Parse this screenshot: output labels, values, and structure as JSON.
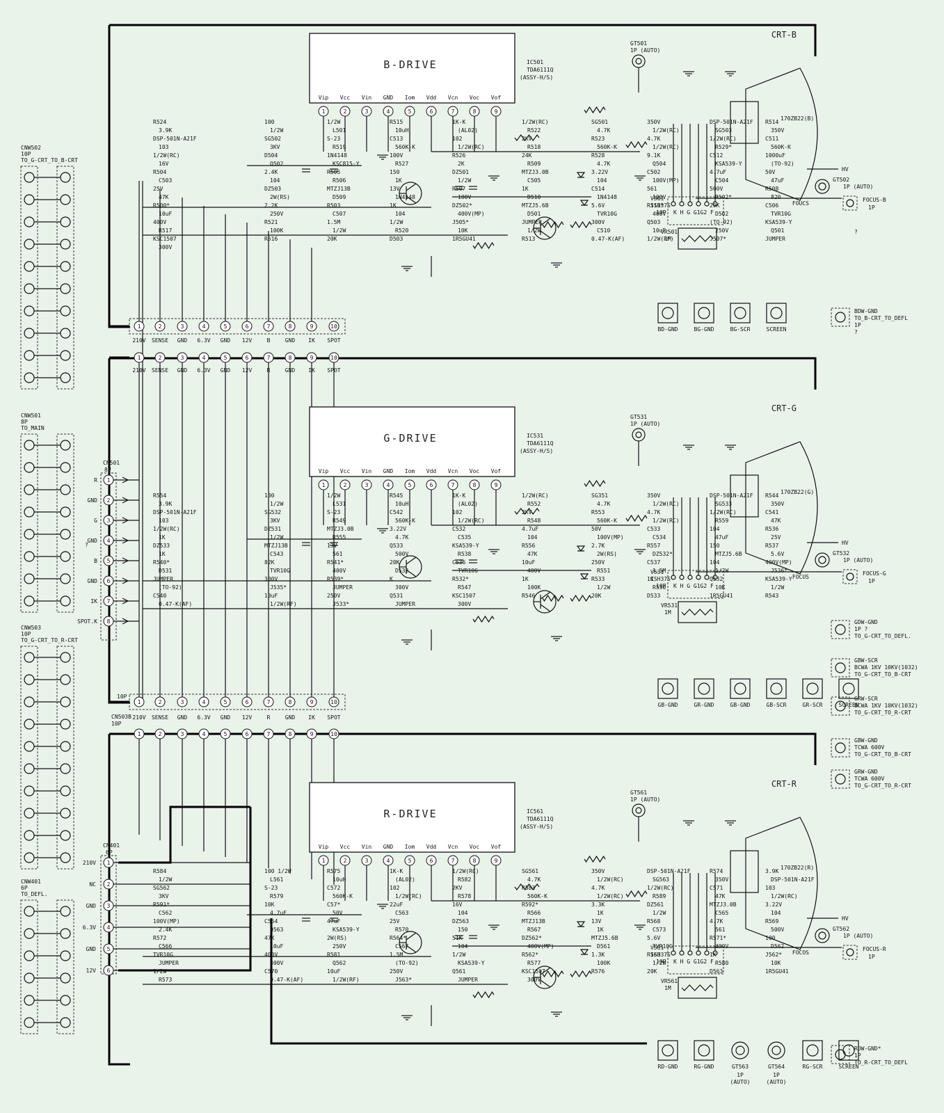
{
  "sections": [
    {
      "id": "b",
      "crt_label": "CRT-B",
      "ic_title": "B-DRIVE",
      "ic_ref": "IC501",
      "ic_part": "TDA6111Q",
      "ic_assy": "(ASSY-H/S)",
      "ic_pins": [
        "Vip",
        "Vcc",
        "Vin",
        "GND",
        "Iom",
        "Vdd",
        "Vcn",
        "Voc",
        "Vof"
      ],
      "tube": "170ZB22(B)",
      "gt_ref": "GT501",
      "gt_desc": "1P (AUTO)",
      "gt2_ref": "GT502",
      "gt2_desc": "1P (AUTO)",
      "focus_label": "FOUCS",
      "focus_conn": "FOCUS-B",
      "hv_label": "HV",
      "socket_ref": "V501",
      "socket_part": "ISH37S",
      "socket_pins": "10P",
      "socket_letters": "K H G G1G2 F",
      "vr_ref": "VR501",
      "vr_val": "1M",
      "components": [
        "R524",
        "100",
        "1/2W",
        "R515",
        "1K-K",
        "1/2W(RC)",
        "SG501",
        "350V",
        "DSP-501N-A21F",
        "R514",
        "3.9K",
        "1/2W",
        "L501",
        "10uH",
        "(AL02)",
        "R522",
        "4.7K",
        "1/2W(RC)",
        "SG503",
        "350V",
        "DSP-501N-A21F",
        "SG502",
        "S-23",
        "C513",
        "102",
        "2KV",
        "R523",
        "4.7K",
        "1/2W(RC)",
        "C511",
        "103",
        "3KV",
        "R519",
        "560K-K",
        "1/2W(RC)",
        "R518",
        "560K-K",
        "1/2W(RC)",
        "R529*",
        "560K-K",
        "1/2W(RC)",
        "D504",
        "1N4148",
        "100V",
        "R526",
        "24K",
        "R528",
        "9.1K",
        "C512",
        "1000uF",
        "16V",
        "Q502",
        "KSC815-Y",
        "R527",
        "2K",
        "R509",
        "4.7K",
        "Q504",
        "KSA539-Y",
        "(TO-92)",
        "R504",
        "2.4K",
        "R505",
        "150",
        "DZ501",
        "MTZJ3.0B",
        "3.22V",
        "C502",
        "4.7uF",
        "50V",
        "C503",
        "104",
        "R506",
        "1K",
        "1/2W",
        "C505",
        "104",
        "100V(MP)",
        "C504",
        "47uF",
        "25V",
        "DZ503",
        "MTZJ13B",
        "13V",
        "R507",
        "1K",
        "C514",
        "561",
        "500V",
        "R508",
        "47K",
        "2W(RS)",
        "D509",
        "1N4148",
        "100V",
        "D510",
        "1N4148",
        "100V",
        "R502*",
        "820",
        "R500*",
        "2.2K",
        "R503",
        "1K",
        "DZ502*",
        "MTZJ5.6B",
        "5.6V",
        "R511*",
        "20K",
        "C506",
        "10uF",
        "250V",
        "C507",
        "104",
        "400V(MP)",
        "D501",
        "TVR10G",
        "400V",
        "D502",
        "TVR10G",
        "400V",
        "R521",
        "1.5M",
        "1/2W",
        "J505*",
        "JUMPER",
        "300V",
        "Q503",
        "(TO-92)",
        "KSA539-Y",
        "R517",
        "100K",
        "1/2W",
        "R520",
        "10K",
        "1/2W",
        "C510",
        "10uF",
        "250V",
        "Q501",
        "KSC1507",
        "R516",
        "20K",
        "D503",
        "1R5GU41",
        "R513",
        "0.47-K(AF)",
        "1/2W(RF)",
        "J507*",
        "JUMPER",
        "300V"
      ],
      "gnd_pads": [
        "BD-GND",
        "BG-GND",
        "BG-SCR",
        "SCREEN"
      ],
      "side_conn": [
        "BDW-GND",
        "TO_B-CRT_TO_DEFL",
        "1P",
        "?"
      ],
      "connector": {
        "labels": [
          "210V",
          "SENSE",
          "GND",
          "6.3V",
          "GND",
          "12V",
          "B",
          "GND",
          "IK",
          "SPOT"
        ],
        "pins": [
          "1",
          "2",
          "3",
          "4",
          "5",
          "6",
          "7",
          "8",
          "9",
          "10"
        ]
      }
    },
    {
      "id": "g",
      "crt_label": "CRT-G",
      "ic_title": "G-DRIVE",
      "ic_ref": "IC531",
      "ic_part": "TDA6111Q",
      "ic_assy": "(ASSY-H/S)",
      "ic_pins": [
        "Vip",
        "Vcc",
        "Vin",
        "GND",
        "Iom",
        "Vdd",
        "Vcn",
        "Voc",
        "Vof"
      ],
      "tube": "170ZB22(G)",
      "gt_ref": "GT531",
      "gt_desc": "1P (AUTO)",
      "gt2_ref": "GT532",
      "gt2_desc": "1P (AUTO)",
      "focus_label": "FOCUS",
      "focus_conn": "FOCUS-G",
      "hv_label": "HV",
      "socket_ref": "V531",
      "socket_part": "ISH37S",
      "socket_pins": "10P",
      "socket_letters": "K H G G1G2 F",
      "vr_ref": "VR531",
      "vr_val": "1M",
      "components": [
        "R554",
        "100",
        "1/2W",
        "R545",
        "1K-K",
        "1/2W(RC)",
        "SG351",
        "350V",
        "DSP-501N-A21F",
        "R544",
        "3.9K",
        "1/2W",
        "L531",
        "10uH",
        "(AL02)",
        "R552",
        "4.7K",
        "1/2W(RC)",
        "SG533",
        "350V",
        "DSP-501N-A21F",
        "SG532",
        "S-23",
        "C542",
        "102",
        "2KV",
        "R553",
        "4.7K",
        "1/2W(RC)",
        "C541",
        "103",
        "3KV",
        "R549",
        "560K-K",
        "1/2W(RC)",
        "R548",
        "560K-K",
        "1/2W(RC)",
        "R559",
        "47K",
        "1/2W(RC)",
        "DZ531",
        "MTZJ3.0B",
        "3.22V",
        "C532",
        "4.7uF",
        "50V",
        "C533",
        "104",
        "R536",
        "1K",
        "1/2W",
        "R555",
        "4.7K",
        "C535",
        "104",
        "100V(MP)",
        "C534",
        "47uF",
        "25V",
        "DZ533",
        "MTZJ13B",
        "13V",
        "Q533",
        "KSA539-Y",
        "R556",
        "2.7K",
        "R557",
        "150",
        "R537",
        "1K",
        "C543",
        "561",
        "500V",
        "R538",
        "47K",
        "2W(RS)",
        "DZ532*",
        "MTZJ5.6B",
        "5.6V",
        "R540*",
        "82K",
        "R541*",
        "20K",
        "C536",
        "10uF",
        "250V",
        "C537",
        "104",
        "400V(MP)",
        "D531",
        "TVR10G",
        "400V",
        "D532",
        "TVR10G",
        "400V",
        "R551",
        "1.5M",
        "1/2W",
        "J536*",
        "JUMPER",
        "300V",
        "R539*",
        "K",
        "R532*",
        "1K",
        "R533",
        "1K",
        "Q532",
        "KSA539-Y",
        "(TO-92)",
        "J535*",
        "JUMPER",
        "300V",
        "R547",
        "100K",
        "1/2W",
        "R550",
        "10K",
        "1/2W",
        "C540",
        "10uF",
        "250V",
        "Q531",
        "KSC1507",
        "R546",
        "20K",
        "D533",
        "1R5GU41",
        "R543",
        "0.47-K(AF)",
        "1/2W(RF)",
        "J533*",
        "JUMPER",
        "300V"
      ],
      "gnd_pads": [
        "GB-GND",
        "GR-GND",
        "GB-GND",
        "GB-SCR",
        "GR-SCR",
        "SCREEN"
      ],
      "side_conn": [],
      "connector": {
        "labels": [
          "210V",
          "SENSE",
          "GND",
          "6.3V",
          "GND",
          "12V",
          "R",
          "GND",
          "IK",
          "SPOT"
        ],
        "pins": [
          "1",
          "2",
          "3",
          "4",
          "5",
          "6",
          "7",
          "8",
          "9",
          "10"
        ]
      }
    },
    {
      "id": "r",
      "crt_label": "CRT-R",
      "ic_title": "R-DRIVE",
      "ic_ref": "IC561",
      "ic_part": "TDA6111Q",
      "ic_assy": "(ASSY-H/S)",
      "ic_pins": [
        "Vip",
        "Vcc",
        "Vin",
        "GND",
        "Iom",
        "Vdd",
        "Vcn",
        "Voc",
        "Vof"
      ],
      "tube": "170ZB22(R)",
      "gt_ref": "GT561",
      "gt_desc": "1P (AUTO)",
      "gt2_ref": "GT562",
      "gt2_desc": "1P (AUTO)",
      "focus_label": "FOCOS",
      "focus_conn": "FOCUS-R",
      "hv_label": "HV",
      "socket_ref": "V561",
      "socket_part": "ISH37S",
      "socket_pins": "10P",
      "socket_letters": "K H G G1G2 F",
      "vr_ref": "VR561",
      "vr_val": "1M",
      "components": [
        "R584",
        "100 1/2W",
        "R575",
        "1K-K",
        "1/2W(RC)",
        "SG561",
        "350V",
        "DSP-501N-A21F",
        "R574",
        "3.9K",
        "1/2W",
        "L561",
        "10uH",
        "(AL02)",
        "R582",
        "4.7K",
        "1/2W(RC)",
        "SG563",
        "350V",
        "DSP-501N-A21F",
        "SG562",
        "S-23",
        "C572",
        "102",
        "2KV",
        "R583",
        "4.7K",
        "1/2W(RC)",
        "C571",
        "103",
        "3KV",
        "R579",
        "560K-K",
        "1/2W(RC)",
        "R578",
        "560K-K",
        "1/2W(RC)",
        "R589",
        "47K",
        "1/2W(RC)",
        "R591*",
        "10K",
        "C57*",
        "22uF",
        "16V",
        "R592*",
        "3.3K",
        "DZ561",
        "MTZJ3.0B",
        "3.22V",
        "C562",
        "4.7uF",
        "50V",
        "C563",
        "104",
        "R566",
        "1K",
        "1/2W",
        "C565",
        "104",
        "100V(MP)",
        "C564",
        "47uF",
        "25V",
        "DZ563",
        "MTZJ13B",
        "13V",
        "R568",
        "4.7K",
        "R569",
        "2.4K",
        "Q563",
        "KSA539-Y",
        "R570",
        "150",
        "R567",
        "1K",
        "C573",
        "561",
        "500V",
        "R572",
        "47K",
        "2W(RS)",
        "R564*",
        "51K",
        "DZ562*",
        "MTZJ5.6B",
        "5.6V",
        "R571*",
        "100",
        "C566",
        "10uF",
        "250V",
        "C567",
        "104",
        "400V(MP)",
        "D561",
        "TVR10G",
        "400V",
        "D562",
        "TVR10G",
        "400V",
        "R581",
        "1.5M",
        "1/2W",
        "R562*",
        "1.3K",
        "R563",
        "1K",
        "J562*",
        "JUMPER",
        "300V",
        "Q562",
        "(TO-92)",
        "KSA539-Y",
        "R577",
        "100K",
        "1/2W",
        "R580",
        "10K",
        "1/2W",
        "C570",
        "10uF",
        "250V",
        "Q561",
        "KSC1507",
        "R576",
        "20K",
        "D563",
        "1R5GU41",
        "R573",
        "0.47-K(AF)",
        "1/2W(RF)",
        "J563*",
        "JUMPER",
        "300V"
      ],
      "gnd_pads": [
        "RD-GND",
        "RG-GND",
        "GT563",
        "GT564",
        "RG-SCR",
        "SCREEN"
      ],
      "gnd_pad_notes": [
        "1P",
        "(AUTO)",
        "1P",
        "(AUTO)"
      ],
      "side_conn": [
        "RDW-GND*",
        "1P",
        "TO_R-CRT_TO_DEFL"
      ],
      "connector": {
        "labels": [],
        "pins": []
      }
    }
  ],
  "cn503_connector": {
    "ref": "CN503B",
    "size": "10P",
    "top_label": "10P",
    "labels": [
      "210V",
      "SENSE",
      "GND",
      "6.3V",
      "GND",
      "12V",
      "R",
      "GND",
      "IK",
      "SPOT"
    ],
    "pins": [
      "1",
      "2",
      "3",
      "4",
      "5",
      "6",
      "7",
      "8",
      "9",
      "10"
    ]
  },
  "cn501": {
    "ref": "CN501",
    "size": "8P",
    "labels": [
      "R",
      "GND",
      "G",
      "GND",
      "B",
      "GND",
      "IK",
      "SPOT.K"
    ],
    "pins": [
      "1",
      "2",
      "3",
      "4",
      "5",
      "6",
      "7",
      "8"
    ],
    "note": "?"
  },
  "cn401": {
    "ref": "CN401",
    "size": "6P",
    "labels": [
      "210V",
      "NC",
      "GND",
      "6.3V",
      "GND",
      "12V"
    ],
    "pins": [
      "1",
      "2",
      "3",
      "4",
      "5",
      "6"
    ]
  },
  "left_headers": [
    {
      "title": "CNW502",
      "size": "10P",
      "desc": "TO_G-CRT_TO_B-CRT",
      "count": 10
    },
    {
      "title": "CNW501",
      "size": "8P",
      "desc": "TO_MAIN",
      "count": 8
    },
    {
      "title": "CNW503",
      "size": "10P",
      "desc": "TO_G-CRT_TO_R-CRT",
      "count": 10
    },
    {
      "title": "CNW401",
      "size": "6P",
      "desc": "TO_DEFL.",
      "count": 6
    }
  ],
  "side_connectors": [
    {
      "ref": "GDW-GND",
      "l1": "1P  ?",
      "l2": "TO_G-CRT_TO_DEFL."
    },
    {
      "ref": "GBW-SCR",
      "l1": "BCWA 1KV 10KV(1032)",
      "l2": "TO_G-CRT_TO_B-CRT"
    },
    {
      "ref": "GRW-SCR",
      "l1": "BCWA 1KV 10KV(1032)",
      "l2": "TO_G-CRT_TO_R-CRT"
    },
    {
      "ref": "GBW-GND",
      "l1": "TCWA 600V",
      "l2": "TO_G-CRT_TO_B-CRT"
    },
    {
      "ref": "GRW-GND",
      "l1": "TCWA 600V",
      "l2": "TO_G-CRT_TO_R-CRT"
    }
  ],
  "focus_conn_label": "1P",
  "misc_question": "?"
}
